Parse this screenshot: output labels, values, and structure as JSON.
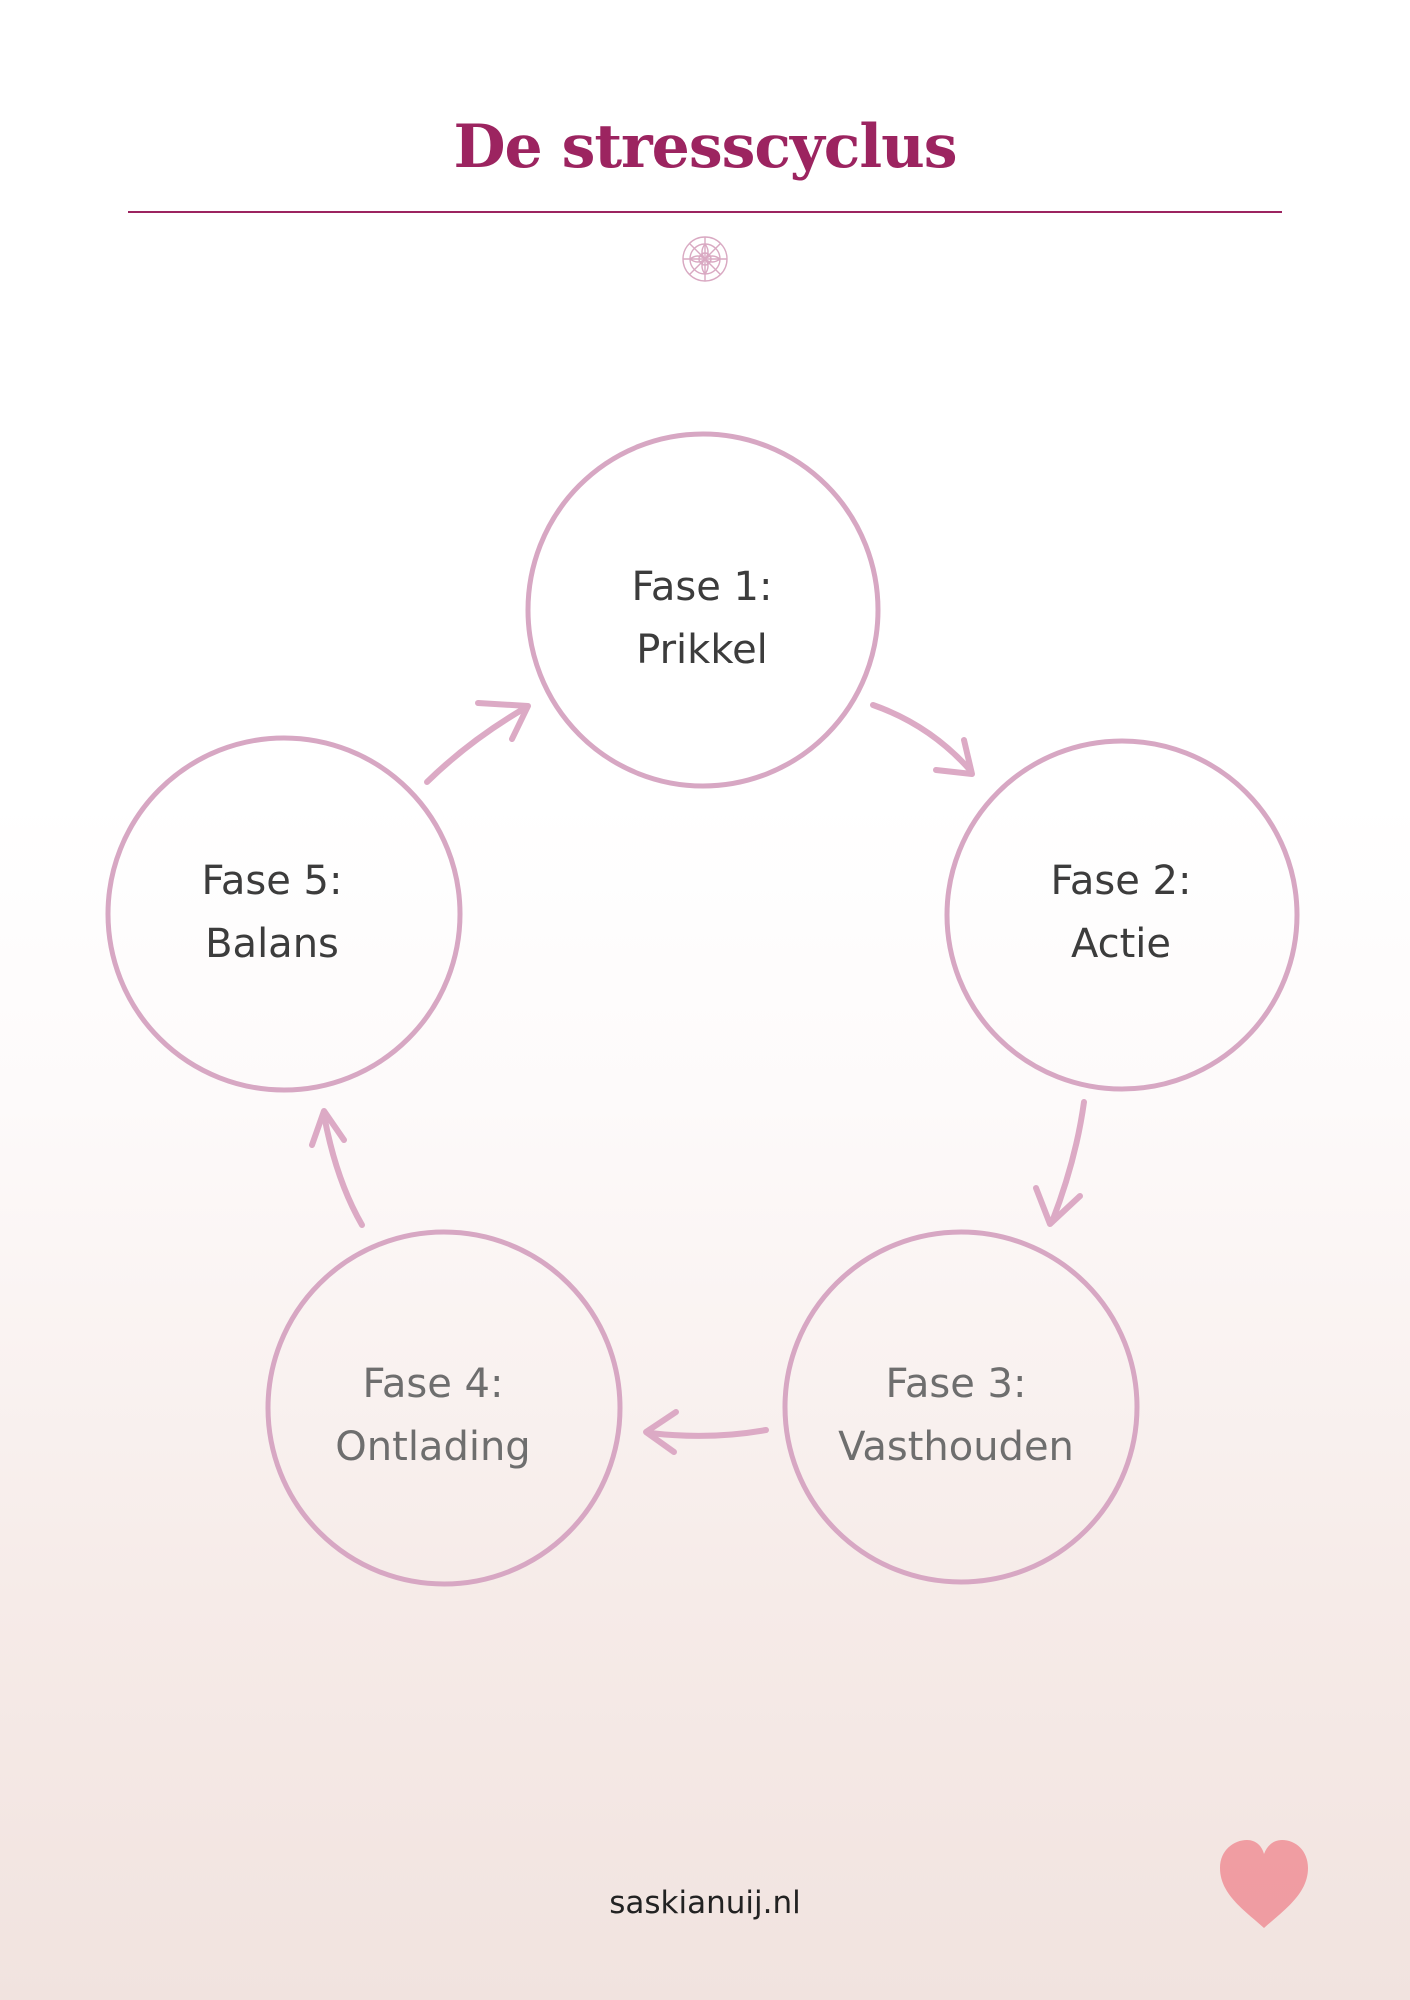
{
  "header": {
    "title": "De stresscyclus"
  },
  "colors": {
    "title": "#9c2460",
    "rule": "#9c2460",
    "ornament": "#d9a9c2",
    "circle_stroke": "#d7a7c3",
    "arrow": "#dcaac5",
    "phase_text": "#3c3c3c",
    "phase_text_faded": "#6e6e6e",
    "footer_text": "#222222",
    "heart": "#ee8f96"
  },
  "icons": {
    "ornament": "mandala-icon",
    "heart": "heart-icon"
  },
  "phases": [
    {
      "line1": "Fase 1:",
      "line2": "Prikkel"
    },
    {
      "line1": "Fase 2:",
      "line2": "Actie"
    },
    {
      "line1": "Fase 3:",
      "line2": "Vasthouden"
    },
    {
      "line1": "Fase 4:",
      "line2": "Ontlading"
    },
    {
      "line1": "Fase 5:",
      "line2": "Balans"
    }
  ],
  "footer": {
    "website": "saskianuij.nl"
  }
}
